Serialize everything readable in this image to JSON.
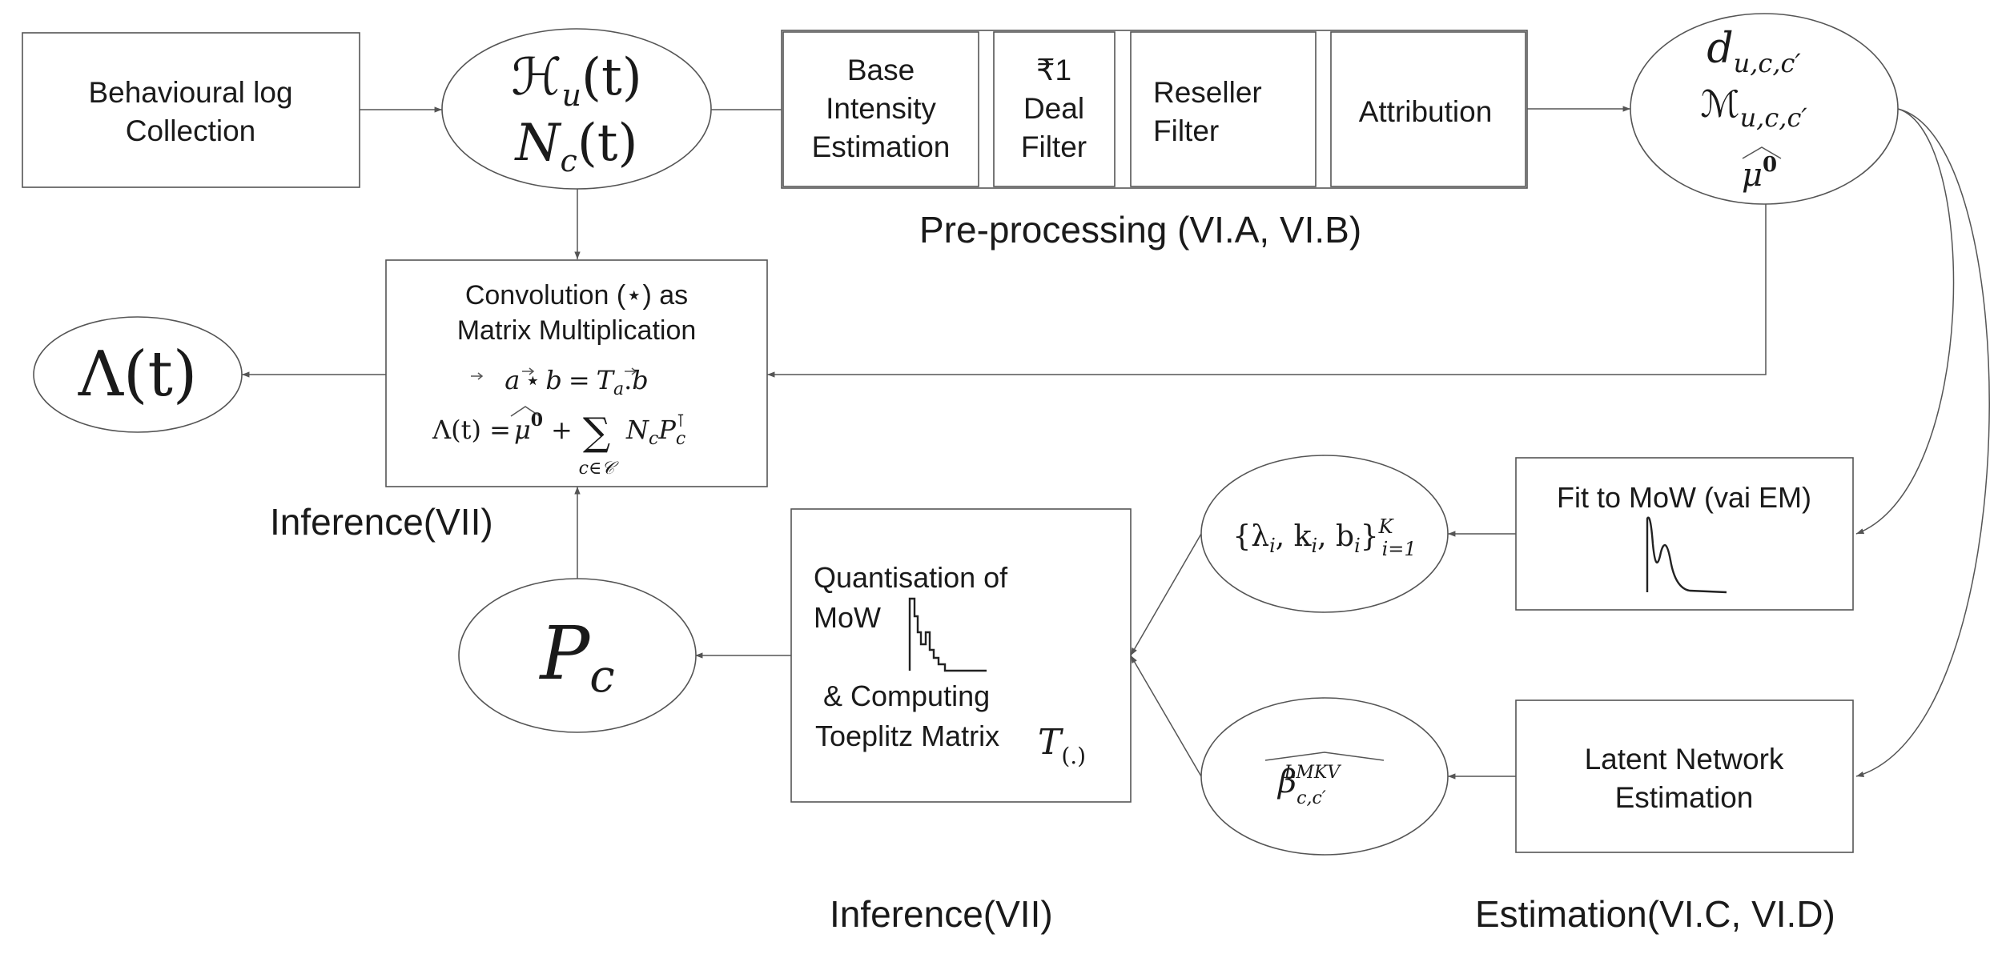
{
  "nodes": {
    "behavioural_log": [
      "Behavioural log",
      "Collection"
    ],
    "history": [
      "ℋ",
      "u",
      "(t)",
      "N",
      "c",
      "(t)"
    ],
    "base_intensity": [
      "Base",
      "Intensity",
      "Estimation"
    ],
    "deal_filter": [
      "₹1",
      "Deal",
      "Filter"
    ],
    "reseller_filter": [
      "Reseller",
      "Filter"
    ],
    "attribution": "Attribution",
    "outputs": [
      "d",
      "u,c,c′",
      "ℳ",
      "u,c,c′",
      "μ",
      "0"
    ],
    "lambda": "Λ(t)",
    "convolution": {
      "title": [
        "Convolution (⋆) as",
        "Matrix Multiplication"
      ],
      "eq1": [
        "a",
        "⋆",
        "b",
        "=",
        "T",
        "a",
        ".",
        "b"
      ],
      "eq2": [
        "Λ(t) =",
        "μ",
        "0",
        "+",
        "∑",
        "c∈𝒞",
        "N",
        "c",
        "P",
        "c",
        "⊺"
      ]
    },
    "pc": [
      "P",
      "c"
    ],
    "quantisation": {
      "line1": "Quantisation of",
      "line2": "MoW",
      "line3": "& Computing",
      "line4": "Toeplitz Matrix",
      "t_sym": [
        "T",
        "(.)"
      ]
    },
    "params": [
      "{λ",
      "i",
      ", k",
      "i",
      ", b",
      "i",
      "}",
      "K",
      "i=1"
    ],
    "beta": [
      "β",
      "c,c′",
      "LMKV"
    ],
    "fit_mow": "Fit to MoW (vai EM)",
    "latent_network": [
      "Latent Network",
      "Estimation"
    ]
  },
  "section_labels": {
    "preprocessing": "Pre-processing (VI.A, VI.B)",
    "inference_top": "Inference(VII)",
    "inference_bottom": "Inference(VII)",
    "estimation": "Estimation(VI.C, VI.D)"
  },
  "colors": {
    "stroke": "#555555",
    "text": "#1a1a1a",
    "background": "#ffffff"
  }
}
